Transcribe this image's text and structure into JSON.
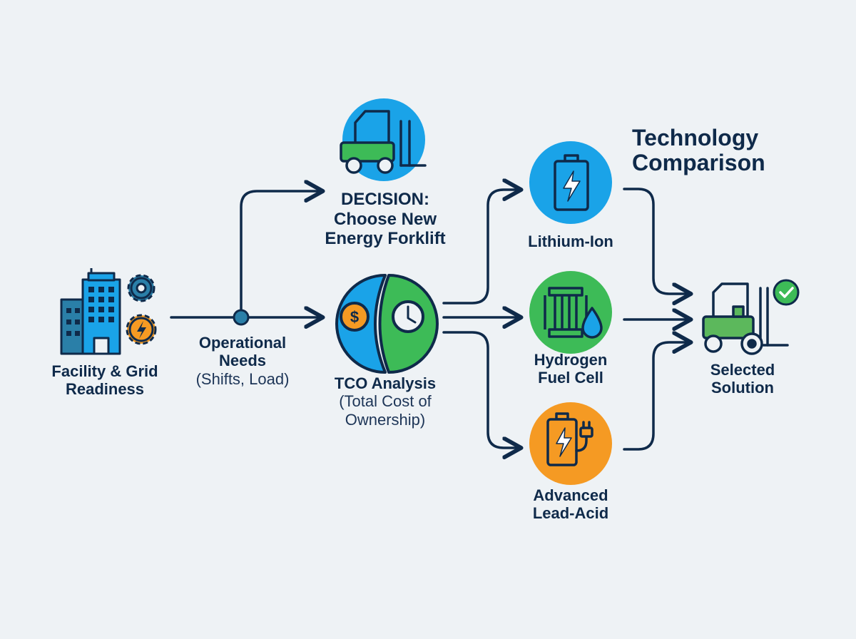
{
  "title": {
    "line1": "Technology",
    "line2": "Comparison"
  },
  "nodes": {
    "facility": {
      "line1": "Facility & Grid",
      "line2": "Readiness"
    },
    "operational": {
      "line1": "Operational",
      "line2": "Needs",
      "line3": "(Shifts, Load)"
    },
    "decision": {
      "line1": "DECISION:",
      "line2": "Choose New",
      "line3": "Energy Forklift"
    },
    "tco": {
      "line1": "TCO Analysis",
      "line2": "(Total Cost of",
      "line3": "Ownership)"
    },
    "lithium": {
      "line1": "Lithium-Ion"
    },
    "hydrogen": {
      "line1": "Hydrogen",
      "line2": "Fuel Cell"
    },
    "leadacid": {
      "line1": "Advanced",
      "line2": "Lead-Acid"
    },
    "selected": {
      "line1": "Selected",
      "line2": "Solution"
    }
  },
  "icons": {
    "tco_currency_symbol": "$"
  },
  "colors": {
    "navy": "#0f2a4a",
    "blue": "#1aa3e8",
    "green": "#3dbb57",
    "orange": "#f59a23",
    "teal": "#2a7fa8",
    "forklift_green": "#5cb85c"
  }
}
